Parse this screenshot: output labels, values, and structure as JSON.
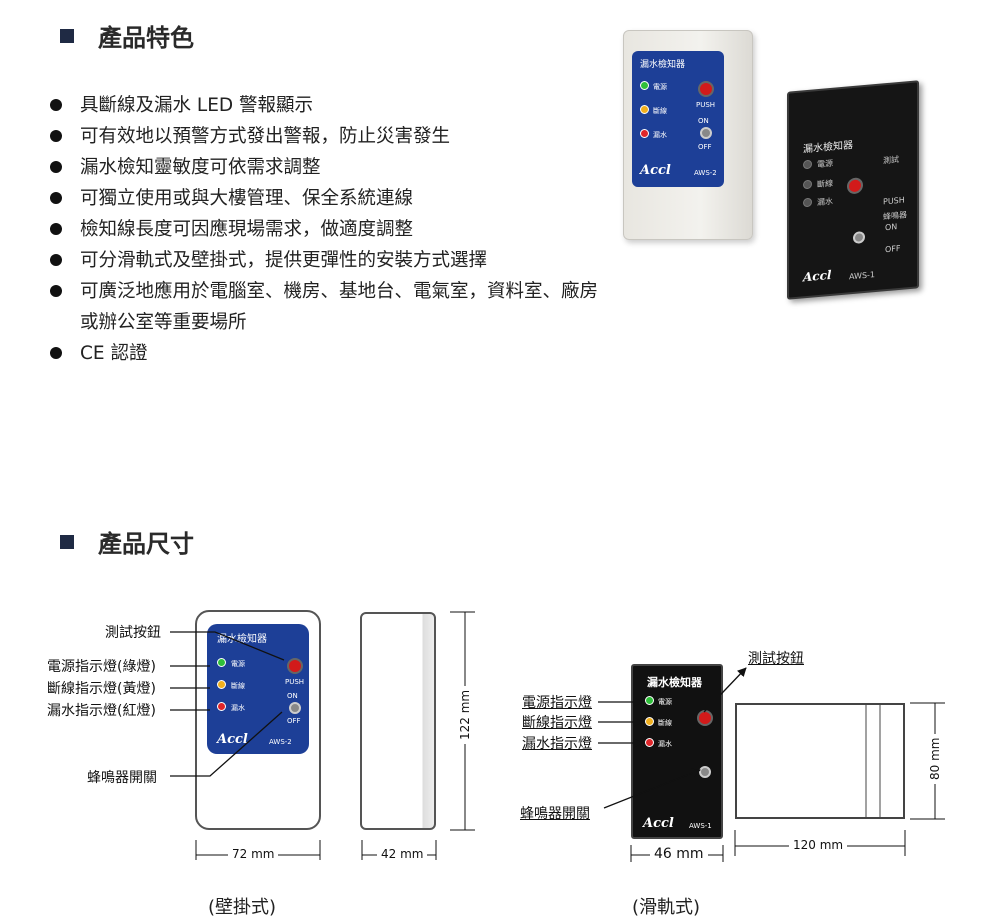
{
  "features_section": {
    "title": "產品特色",
    "items": [
      "具斷線及漏水 LED 警報顯示",
      "可有效地以預警方式發出警報，防止災害發生",
      "漏水檢知靈敏度可依需求調整",
      "可獨立使用或與大樓管理、保全系統連線",
      "檢知線長度可因應現場需求，做適度調整",
      "可分滑軌式及壁掛式，提供更彈性的安裝方式選擇",
      "可廣泛地應用於電腦室、機房、基地台、電氣室，資料室、廠房或辦公室等重要場所",
      "CE 認證"
    ]
  },
  "dimensions_section": {
    "title": "產品尺寸"
  },
  "device": {
    "name": "漏水檢知器",
    "brand": "Accl",
    "model_wall": "AWS-2",
    "model_rail": "AWS-1",
    "power": "電源",
    "break": "斷線",
    "leak": "漏水",
    "test": "測試",
    "push": "PUSH",
    "buzzer": "蜂鳴器",
    "on": "ON",
    "off": "OFF"
  },
  "wall_labels": {
    "test_button": "測試按鈕",
    "power_led": "電源指示燈(綠燈)",
    "break_led": "斷線指示燈(黃燈)",
    "leak_led": "漏水指示燈(紅燈)",
    "buzzer_switch": "蜂鳴器開關"
  },
  "rail_labels": {
    "test_button": "測試按鈕",
    "power_led": "電源指示燈",
    "break_led": "斷線指示燈",
    "leak_led": "漏水指示燈",
    "buzzer_switch": "蜂鳴器開關"
  },
  "dims": {
    "wall_width": "72 mm",
    "wall_depth": "42 mm",
    "wall_height": "122 mm",
    "rail_width": "46 mm",
    "rail_depth": "120 mm",
    "rail_height": "80 mm"
  },
  "captions": {
    "wall": "(壁掛式)",
    "rail": "(滑軌式)"
  },
  "colors": {
    "panel_blue": "#1d3f97",
    "led_green": "#2fbf3a",
    "led_yellow": "#f2b01e",
    "led_red": "#e0262a"
  }
}
